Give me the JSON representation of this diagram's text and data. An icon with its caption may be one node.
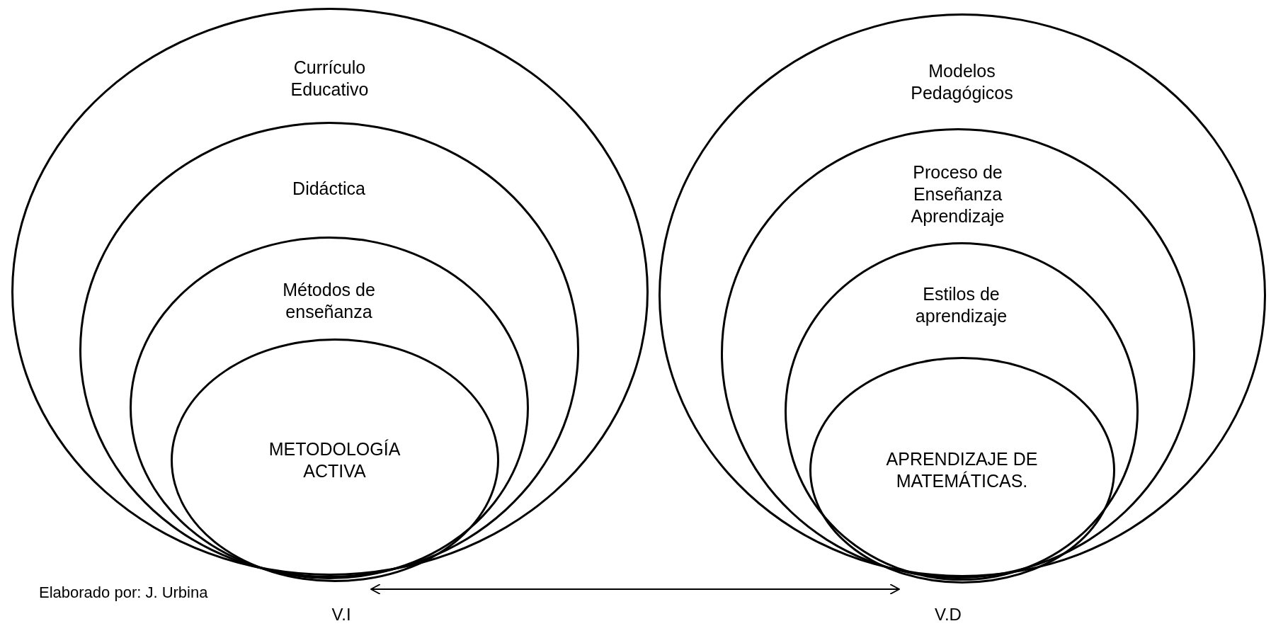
{
  "diagram": {
    "nodes": [
      {
        "text": [
          "Currículo Educativo"
        ]
      },
      {
        "text": [
          "Didáctica"
        ],
        "in": 0
      },
      {
        "text": [
          "Métodos de enseñanza"
        ],
        "in": 1
      },
      {
        "text": [
          "METODOLOGÍA ACTIVA"
        ],
        "in": 2
      },
      {
        "text": [
          "Modelos Pedagógicos"
        ]
      },
      {
        "text": [
          "Proceso de Enseñanza Aprendizaje"
        ],
        "in": 4
      },
      {
        "text": [
          "Estilos de aprendizaje"
        ],
        "in": 5
      },
      {
        "text": [
          "APRENDIZAJE DE MATEMÁTICAS."
        ],
        "in": 6
      },
      {
        "text": [
          "V.I"
        ]
      },
      {
        "text": [
          "V.D"
        ]
      }
    ],
    "edges": [
      {
        "from": 8,
        "to": 9,
        "arrow": "both"
      }
    ],
    "labels": [
      "Elaborado por: J. Urbina"
    ]
  }
}
